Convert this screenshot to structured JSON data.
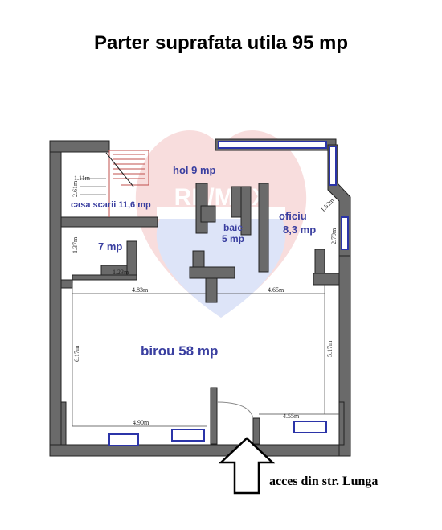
{
  "title": "Parter suprafata utila 95 mp",
  "access_label": "acces din str. Lunga",
  "watermark": "RE/MAX",
  "colors": {
    "wall": "#6a6a6a",
    "wall_stroke": "#222222",
    "room_text": "#3a3fa0",
    "window": "#2b34a8",
    "stairs": "#c0504d",
    "watermark": "#d94a4a"
  },
  "rooms": {
    "hol": "hol 9 mp",
    "casa_scarii": "casa scarii 11,6 mp",
    "baie_name": "baie",
    "baie_area": "5 mp",
    "oficiu_name": "oficiu",
    "oficiu_area": "8,3 mp",
    "room7": "7 mp",
    "birou": "birou 58 mp"
  },
  "dimensions": {
    "d_111": "1.11m",
    "d_261": "2.61m",
    "d_137": "1.37m",
    "d_123": "1.23m",
    "d_483": "4.83m",
    "d_465": "4.65m",
    "d_617": "6.17m",
    "d_517": "5.17m",
    "d_490": "4.90m",
    "d_455": "4.55m",
    "d_152": "1.52m",
    "d_279": "2.79m"
  }
}
